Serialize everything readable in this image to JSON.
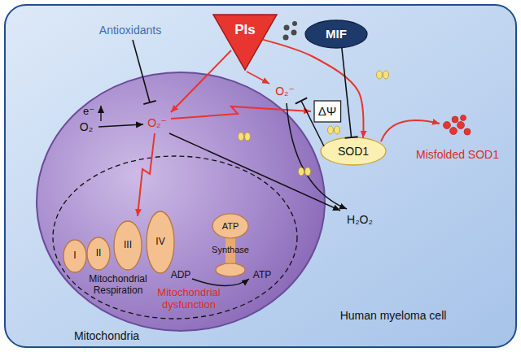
{
  "diagram": {
    "nodes": [
      {
        "text": [
          "Human myeloma cell"
        ]
      },
      {
        "text": [
          "PIs"
        ],
        "in": 0
      },
      {
        "text": [
          "MIF"
        ],
        "in": 0
      },
      {
        "text": [
          "Mitochondria"
        ],
        "in": 0
      },
      {
        "text": [
          "ΔΨ"
        ],
        "in": 0
      },
      {
        "text": [
          "I"
        ],
        "in": 3
      },
      {
        "text": [
          "II"
        ],
        "in": 3
      },
      {
        "text": [
          "III"
        ],
        "in": 3
      },
      {
        "text": [
          "IV"
        ],
        "in": 3
      },
      {
        "text": [
          "ATP",
          "Synthase"
        ],
        "in": 3
      },
      {
        "text": [
          "SOD1"
        ],
        "in": 0
      }
    ],
    "edges": [
      {
        "from": 1,
        "to": 10,
        "arrow": "to"
      },
      {
        "from": 2,
        "to": 10,
        "arrow": "none"
      }
    ],
    "labels": [
      "Antioxidants",
      "O₂",
      "e⁻",
      "O₂⁻",
      "ADP",
      "ATP",
      "Mitochondrial Respiration",
      "Mitochondrial dysfunction",
      "O₂⁻",
      "H₂O₂",
      "Misfolded SOD1"
    ]
  }
}
